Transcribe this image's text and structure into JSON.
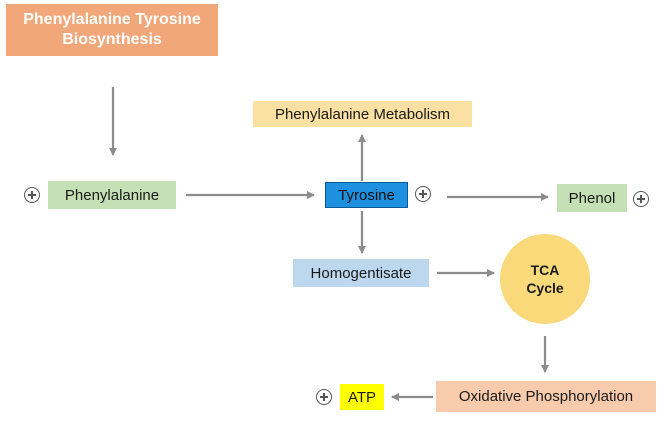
{
  "colors": {
    "source_box": "#F2A77A",
    "metabolism_box": "#FAE0A2",
    "phenylalanine_box": "#C5E0B4",
    "tyrosine_box": "#1E90E0",
    "phenol_box": "#C5E0B4",
    "homogentisate_box": "#BDD7EE",
    "tca_circle": "#FAD97B",
    "oxphos_box": "#F8CBAD",
    "atp_box": "#FFFF00",
    "arrow": "#8C8C8C"
  },
  "nodes": {
    "biosynthesis": {
      "line1": "Phenylalanine Tyrosine",
      "line2": "Biosynthesis"
    },
    "phenylalanine_metabolism": {
      "label": "Phenylalanine Metabolism"
    },
    "phenylalanine": {
      "label": "Phenylalanine"
    },
    "tyrosine": {
      "label": "Tyrosine"
    },
    "phenol": {
      "label": "Phenol"
    },
    "homogentisate": {
      "label": "Homogentisate"
    },
    "tca": {
      "line1": "TCA",
      "line2": "Cycle"
    },
    "oxidative_phosphorylation": {
      "label": "Oxidative Phosphorylation"
    },
    "atp": {
      "label": "ATP"
    }
  },
  "icons": [
    "plus-circle-icon",
    "arrow-icon"
  ]
}
